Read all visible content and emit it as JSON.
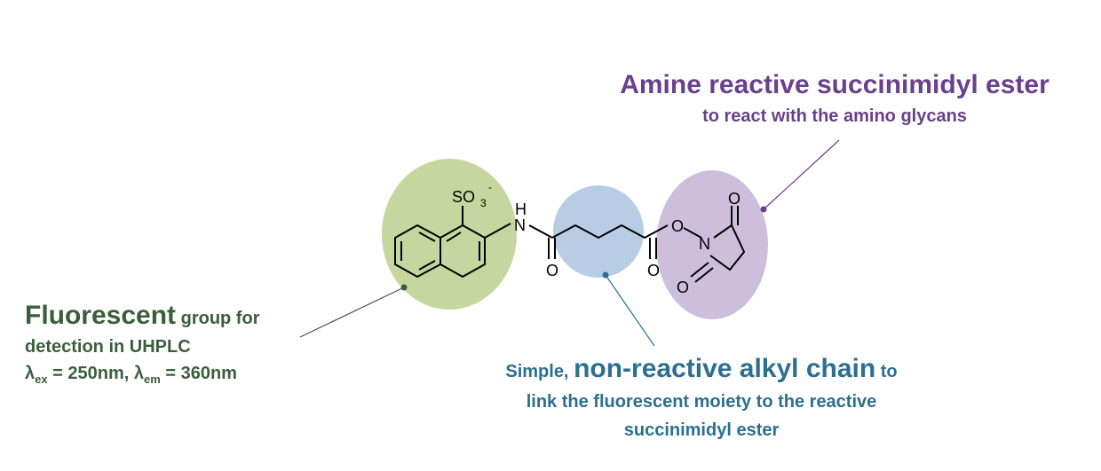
{
  "colors": {
    "green_fill": "#c5d69e",
    "blue_fill": "#b8cde3",
    "purple_fill": "#cdbfdc",
    "purple_text": "#6a3f8c",
    "green_text": "#3a5e3c",
    "blue_text": "#2b6f91"
  },
  "amine": {
    "title": "Amine reactive succinimidyl ester",
    "subtitle": "to react with the amino glycans"
  },
  "fluorescent": {
    "title": "Fluorescent",
    "title_suffix": " group for",
    "line2": "detection in UHPLC",
    "lambda_symbol": "λ",
    "ex_sub": "ex",
    "ex_value": " = 250nm, ",
    "em_sub": "em",
    "em_value": " = 360nm"
  },
  "alkyl": {
    "prefix": "Simple, ",
    "title": "non-reactive alkyl chain",
    "suffix": " to",
    "line2": "link the fluorescent moiety to the reactive",
    "line3": "succinimidyl ester"
  },
  "atoms": {
    "sulfonate": "SO",
    "sulfonate_sub": "3",
    "sulfonate_charge": "-",
    "nh_h": "H",
    "nh_n": "N",
    "amide_o": "O",
    "ester_o_bottom": "O",
    "ester_link_o": "O",
    "imide_n": "N",
    "imide_o_top": "O",
    "imide_o_bottom": "O"
  }
}
